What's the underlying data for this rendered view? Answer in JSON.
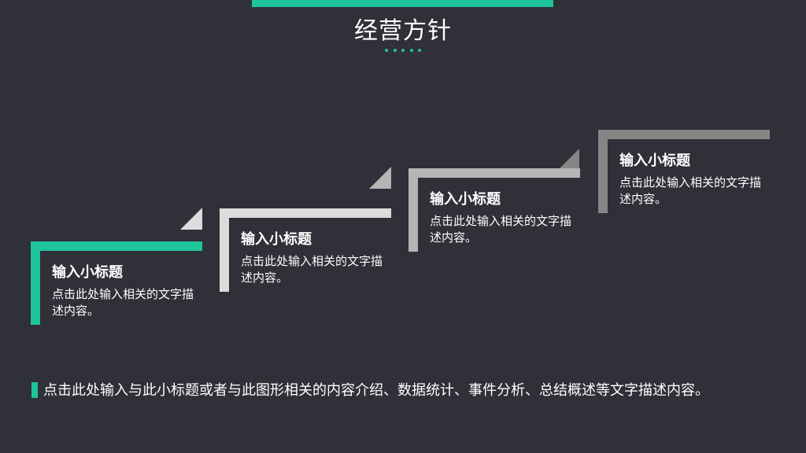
{
  "header": {
    "title": "经营方针"
  },
  "colors": {
    "background": "#2f3038",
    "accent": "#1ec49b",
    "step2": "#dcdcdc",
    "step3": "#b5b5b5",
    "step4": "#858585"
  },
  "steps": [
    {
      "title": "输入小标题",
      "desc": "点击此处输入相关的文字描述内容。"
    },
    {
      "title": "输入小标题",
      "desc": "点击此处输入相关的文字描述内容。"
    },
    {
      "title": "输入小标题",
      "desc": "点击此处输入相关的文字描述内容。"
    },
    {
      "title": "输入小标题",
      "desc": "点击此处输入相关的文字描述内容。"
    }
  ],
  "footer": {
    "text": "点击此处输入与此小标题或者与此图形相关的内容介绍、数据统计、事件分析、总结概述等文字描述内容。"
  }
}
